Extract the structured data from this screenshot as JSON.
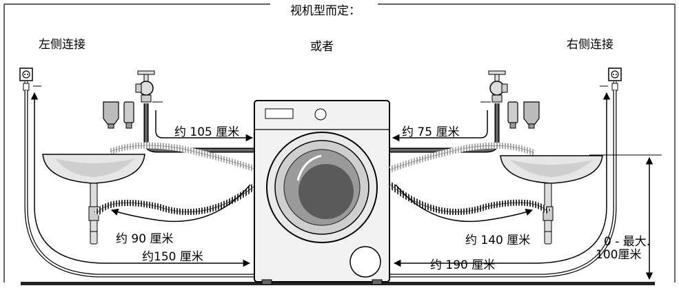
{
  "header": {
    "title": "视机型而定：",
    "left_label": "左侧连接",
    "center_label": "或者",
    "right_label": "右侧连接"
  },
  "measurements": {
    "left_inlet": "约 105 厘米",
    "right_inlet": "约 75 厘米",
    "left_drain": "约 90 厘米",
    "right_drain": "约 140 厘米",
    "left_power": "约150 厘米",
    "right_power": "约 190 厘米",
    "height_line1": "0 - 最大.",
    "height_line2": "100厘米"
  },
  "icons": [
    "socket-icon",
    "water-tap-icon",
    "aquastop-valve-icon",
    "hose-connector-icon",
    "washbasin-icon",
    "washing-machine-icon"
  ]
}
